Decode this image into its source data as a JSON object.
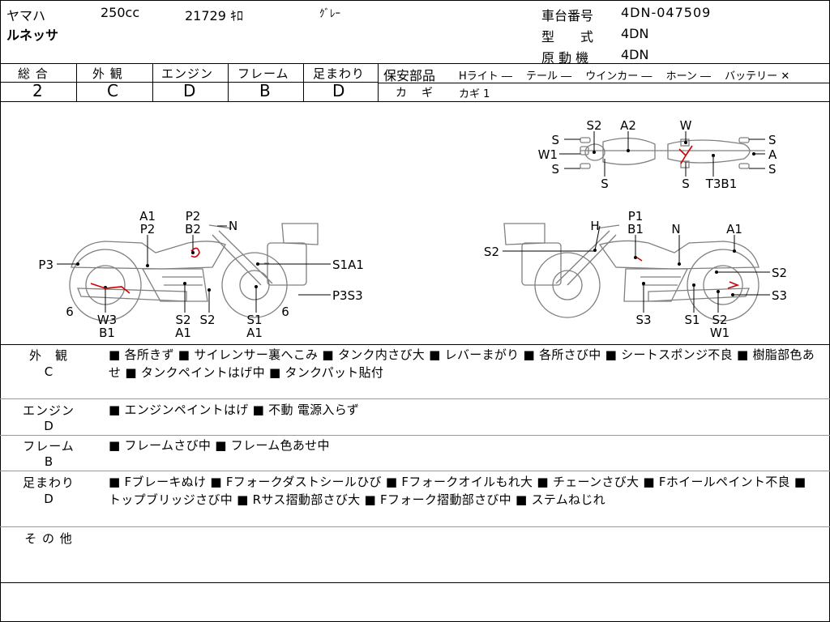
{
  "header": {
    "maker": "ヤマハ",
    "cc": "250cc",
    "mileage": "21729 ｷﾛ",
    "color": "ｸﾞﾚｰ",
    "model_name": "ルネッサ",
    "frame_no_label": "車台番号",
    "frame_no": "4DN-047509",
    "model_label": "型　　式",
    "model_code": "4DN",
    "engine_label": "原 動 機",
    "engine_code": "4DN"
  },
  "grades": {
    "overall_label": "総 合",
    "overall": "2",
    "exterior_label": "外 観",
    "exterior": "C",
    "engine_label": "エンジン",
    "engine": "D",
    "frame_label": "フレーム",
    "frame": "B",
    "suspension_label": "足まわり",
    "suspension": "D"
  },
  "safety": {
    "label": "保安部品",
    "items": "Hライト ―　 テール ―　 ウインカー ―　 ホーン ―　 バッテリー ✕",
    "key_label": "カ　ギ",
    "key_value": "カギ 1"
  },
  "diagram_labels": {
    "top": [
      "S2",
      "A2",
      "W",
      "S",
      "W1",
      "S",
      "S",
      "A",
      "S",
      "S",
      "S",
      "T3B1"
    ],
    "left_bike": [
      "A1",
      "P2",
      "P2",
      "B2",
      "N",
      "P3",
      "S1A1",
      "P3S3",
      "6",
      "W3",
      "B1",
      "S2",
      "A1",
      "S2",
      "S1",
      "A1",
      "6"
    ],
    "right_bike": [
      "P1",
      "H",
      "B1",
      "N",
      "A1",
      "S2",
      "S2",
      "S3",
      "S3",
      "S1",
      "S2",
      "W1"
    ]
  },
  "sections": [
    {
      "label": "外　観",
      "grade": "C",
      "text": "■ 各所きず ■ サイレンサー裏へこみ ■ タンク内さび大 ■ レバーまがり ■ 各所さび中 ■ シートスポンジ不良 ■ 樹脂部色あせ ■ タンクペイントはげ中 ■ タンクパット貼付"
    },
    {
      "label": "エンジン",
      "grade": "D",
      "text": "■ エンジンペイントはげ ■ 不動 電源入らず"
    },
    {
      "label": "フレーム",
      "grade": "B",
      "text": "■ フレームさび中 ■ フレーム色あせ中"
    },
    {
      "label": "足まわり",
      "grade": "D",
      "text": "■ Fブレーキぬけ ■ Fフォークダストシールひび ■ Fフォークオイルもれ大 ■ チェーンさび大 ■ Fホイールペイント不良 ■ トップブリッジさび中 ■ Rサス摺動部さび大 ■ Fフォーク摺動部さび中 ■ ステムねじれ"
    },
    {
      "label": "そ の 他",
      "grade": "",
      "text": ""
    }
  ],
  "colors": {
    "damage_mark": "#cc0000",
    "outline": "#808080",
    "divider": "#9a9a9a"
  }
}
